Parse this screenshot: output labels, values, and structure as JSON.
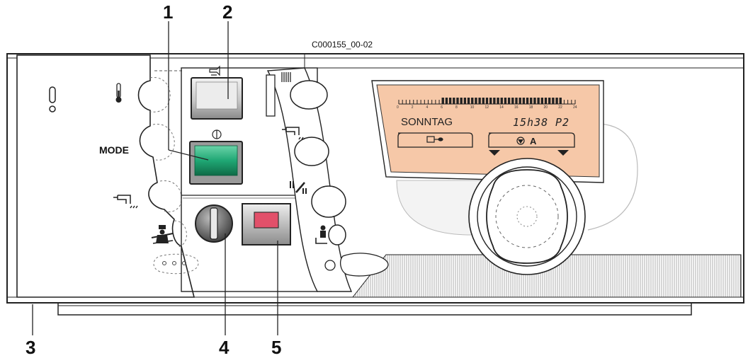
{
  "figure": {
    "reference_code": "C000155_00-02",
    "callouts": {
      "c1": "1",
      "c2": "2",
      "c3": "3",
      "c4": "4",
      "c5": "5"
    },
    "mode_label": "MODE"
  },
  "display": {
    "day": "SONNTAG",
    "time": "15h38",
    "program": "P2",
    "mode_letter": "A",
    "hour_ticks": [
      "0",
      "2",
      "4",
      "6",
      "8",
      "10",
      "12",
      "14",
      "16",
      "18",
      "20",
      "22",
      "24"
    ],
    "backlight_color": "#f6c8a8"
  },
  "colors": {
    "main_switch_green": "#1fa774",
    "indicator_red": "#e2506a",
    "outline": "#222222"
  },
  "icons": {
    "info": "exclamation-icon",
    "temperature": "thermometer-icon",
    "hot_water": "tap-icon",
    "chimney_sweep": "chimney-sweep-icon",
    "horn": "horn-icon",
    "power": "power-icon",
    "summer_winter": "summer-winter-icon",
    "manual": "manual-mode-icon"
  }
}
